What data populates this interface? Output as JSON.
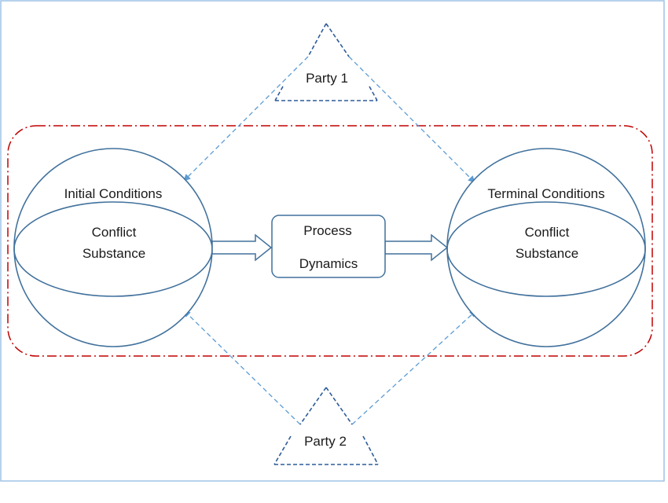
{
  "diagram": {
    "party_1": "Party 1",
    "party_2": "Party 2",
    "initial": {
      "title": "Initial Conditions",
      "line1": "Conflict",
      "line2": "Substance"
    },
    "process": {
      "line1": "Process",
      "line2": "Dynamics"
    },
    "terminal": {
      "title": "Terminal Conditions",
      "line1": "Conflict",
      "line2": "Substance"
    }
  },
  "colors": {
    "frame": "#9dc3e6",
    "shape_stroke": "#41719c",
    "triangle_stroke": "#2e5c9a",
    "dashed_arrow": "#5b9bd5",
    "boundary": "#c00000",
    "text": "#1a1a1a"
  }
}
